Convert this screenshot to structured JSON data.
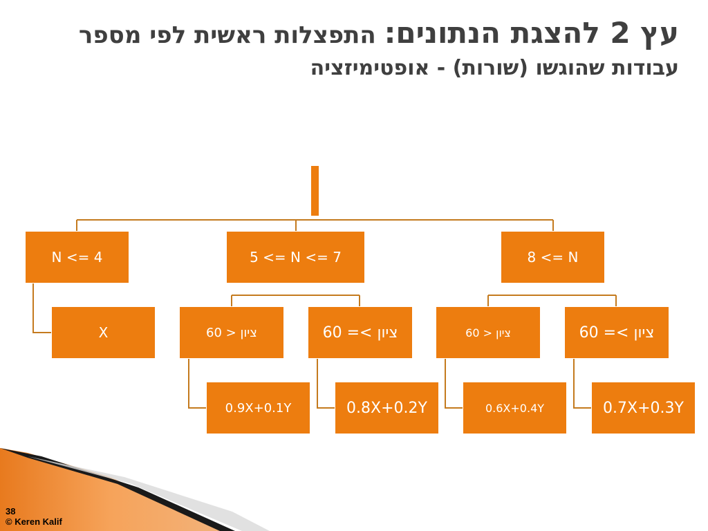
{
  "title": {
    "main": "עץ 2 להצגת הנתונים:",
    "sub": " התפצלות ראשית לפי מספר",
    "line2": "עבודות שהוגשו (שורות) - אופטימיזציה"
  },
  "tree": {
    "level1": [
      "N <= 4",
      "5 <= N <= 7",
      "8 <= N"
    ],
    "n4_child": "X",
    "mid_left": "ציון < 60",
    "mid_right": "ציון >= 60",
    "mid_left_result": "0.9X+0.1Y",
    "mid_right_result": "0.8X+0.2Y",
    "high_left": "ציון < 60",
    "high_right": "ציון >= 60",
    "high_left_result": "0.6X+0.4Y",
    "high_right_result": "0.7X+0.3Y"
  },
  "colors": {
    "accent": "#ED7D0F",
    "connector": "#C47A1E"
  },
  "footer": {
    "page": "38",
    "copyright": "© Keren Kalif"
  }
}
